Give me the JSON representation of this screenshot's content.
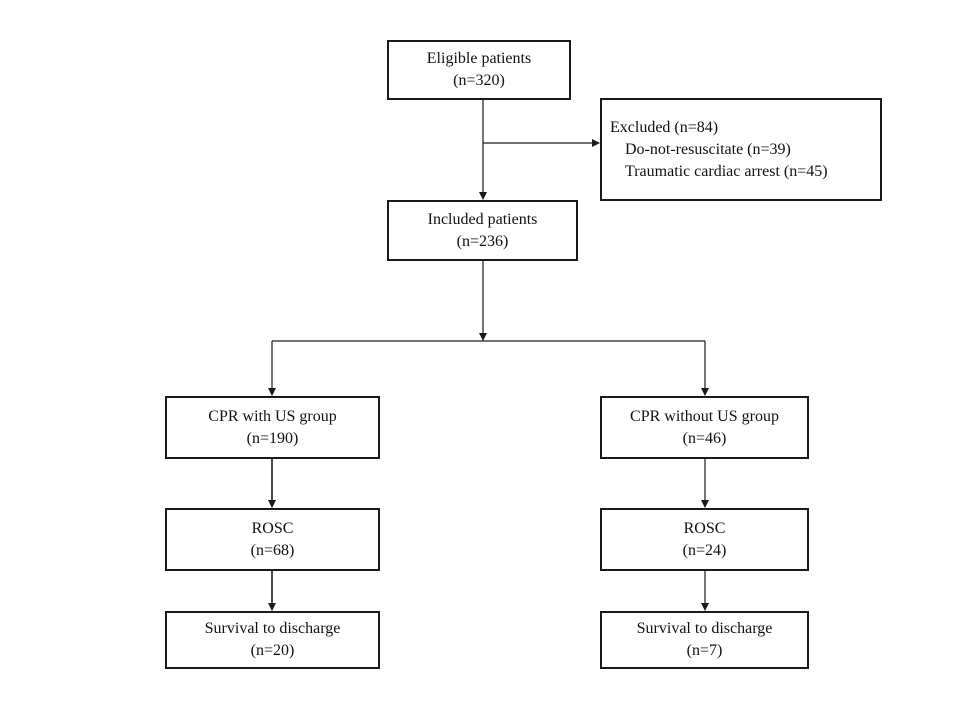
{
  "flowchart": {
    "eligible": {
      "label": "Eligible patients",
      "count": "(n=320)"
    },
    "excluded": {
      "label": "Excluded (n=84)",
      "reasons": [
        "Do-not-resuscitate (n=39)",
        "Traumatic cardiac arrest (n=45)"
      ]
    },
    "included": {
      "label": "Included patients",
      "count": "(n=236)"
    },
    "us_group": {
      "label": "CPR with US group",
      "count": "(n=190)",
      "rosc_label": "ROSC",
      "rosc_count": "(n=68)",
      "survival_label": "Survival to discharge",
      "survival_count": "(n=20)"
    },
    "no_us_group": {
      "label": "CPR without US group",
      "count": "(n=46)",
      "rosc_label": "ROSC",
      "rosc_count": "(n=24)",
      "survival_label": "Survival to discharge",
      "survival_count": "(n=7)"
    }
  },
  "colors": {
    "line": "#1a1a1a",
    "box_border": "#1a1a1a",
    "background": "#ffffff"
  }
}
